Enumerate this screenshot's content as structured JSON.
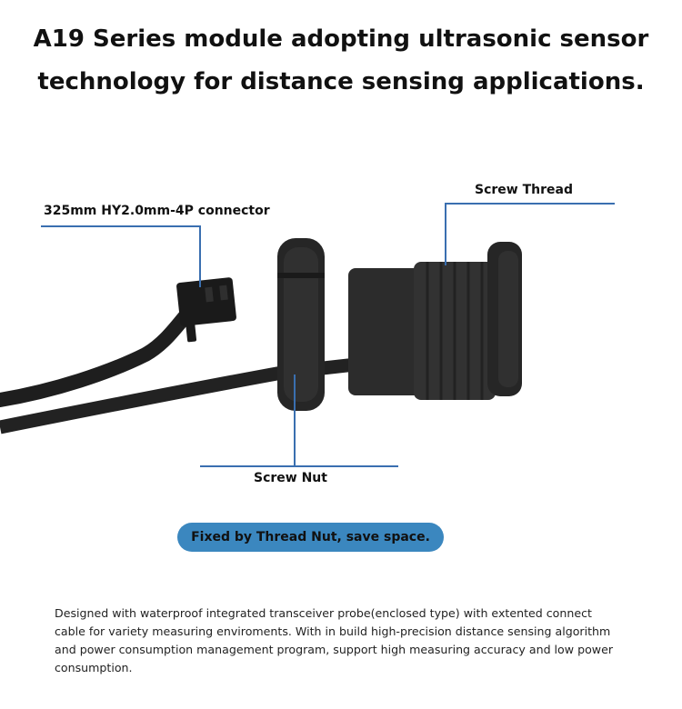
{
  "headline": {
    "line1": "A19 Series module adopting ultrasonic sensor",
    "line2": "technology for distance sensing applications."
  },
  "callouts": {
    "connector": "325mm HY2.0mm-4P connector",
    "screw_thread": "Screw Thread",
    "screw_nut": "Screw Nut"
  },
  "badge": {
    "text": "Fixed by Thread Nut, save space."
  },
  "description": {
    "lines": [
      "Designed with waterproof integrated transceiver probe(enclosed type) with extented connect",
      "cable for variety measuring enviroments. With in build high-precision distance sensing algorithm",
      "and power consumption management program, support high measuring accuracy and low power",
      "consumption."
    ]
  },
  "colors": {
    "accent": "#3b87bf",
    "callout_line": "#3a6fb0",
    "product_body": "#2a2a2a"
  }
}
